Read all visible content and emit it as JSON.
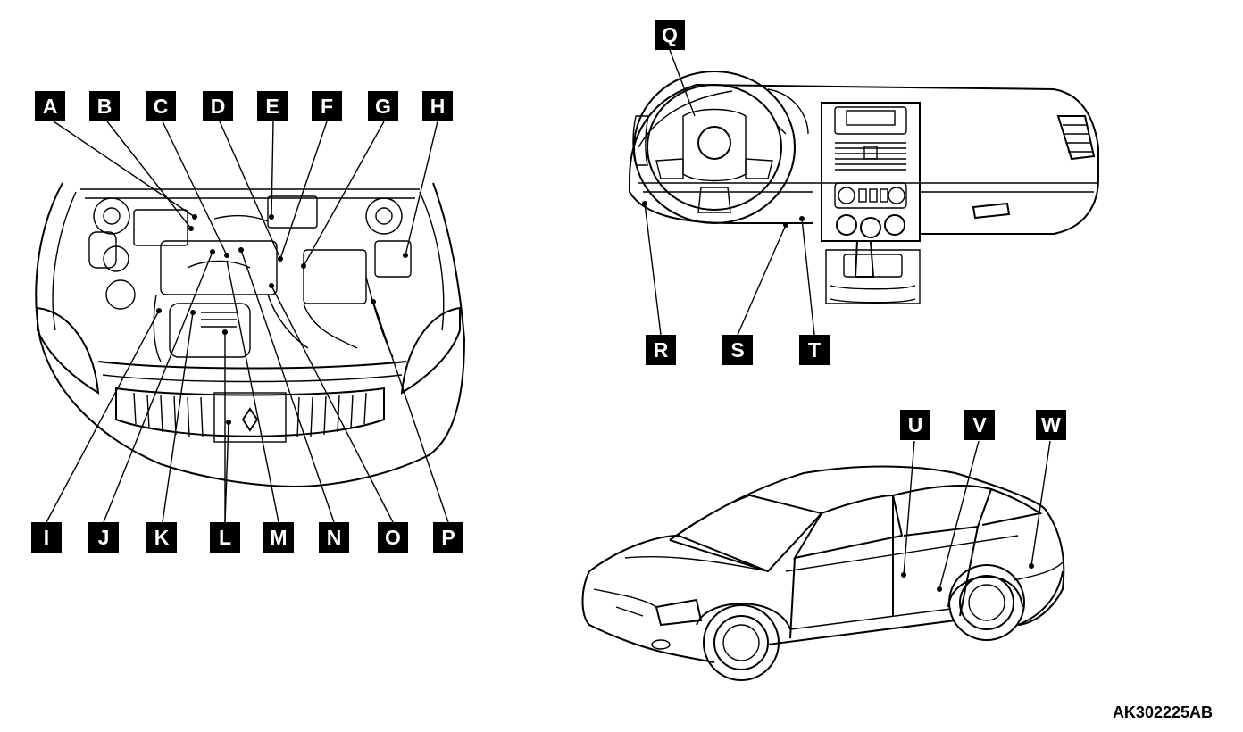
{
  "callouts": {
    "A": "A",
    "B": "B",
    "C": "C",
    "D": "D",
    "E": "E",
    "F": "F",
    "G": "G",
    "H": "H",
    "I": "I",
    "J": "J",
    "K": "K",
    "L": "L",
    "M": "M",
    "N": "N",
    "O": "O",
    "P": "P",
    "Q": "Q",
    "R": "R",
    "S": "S",
    "T": "T",
    "U": "U",
    "V": "V",
    "W": "W"
  },
  "figure_code": "AK302225AB"
}
